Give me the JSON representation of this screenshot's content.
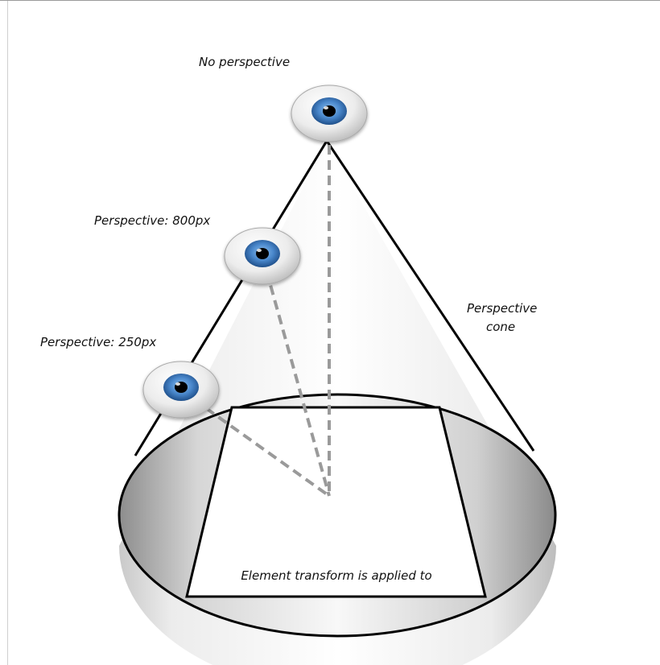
{
  "labels": {
    "no_perspective": "No perspective",
    "perspective_800": "Perspective: 800px",
    "perspective_250": "Perspective: 250px",
    "cone_line1": "Perspective",
    "cone_line2": "cone",
    "element": "Element transform is applied to"
  },
  "eyes": [
    {
      "name": "no-perspective",
      "icon": "eye-icon"
    },
    {
      "name": "perspective-800px",
      "icon": "eye-icon"
    },
    {
      "name": "perspective-250px",
      "icon": "eye-icon"
    }
  ],
  "colors": {
    "iris": "#4a88cc",
    "outline": "#000000",
    "sightline": "#9a9a9a"
  }
}
